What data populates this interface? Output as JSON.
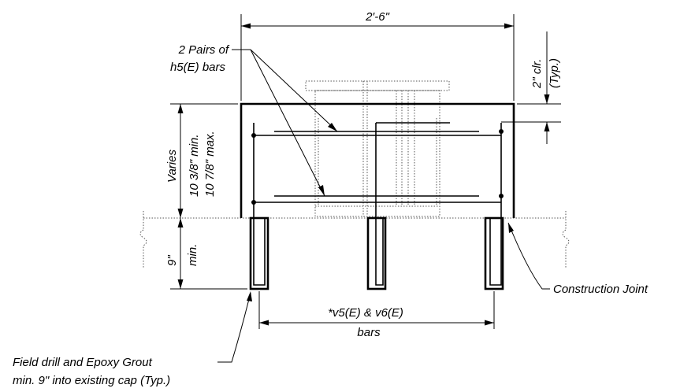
{
  "labels": {
    "top_width": "2′-6\"",
    "pairs_line1": "2 Pairs of",
    "pairs_line2": "h5(E) bars",
    "clr_line1": "2\" clr.",
    "clr_line2": "(Typ.)",
    "varies": "Varies",
    "min_depth": "10 3/8\" min.",
    "max_depth": "10 7/8\" max.",
    "embed_depth": "9\"",
    "embed_min": "min.",
    "v_bars_line1": "*v5(E) & v6(E)",
    "v_bars_line2": "bars",
    "construction_joint": "Construction Joint",
    "field_drill_line1": "Field drill and Epoxy Grout",
    "field_drill_line2": "min. 9\" into existing cap (Typ.)"
  }
}
